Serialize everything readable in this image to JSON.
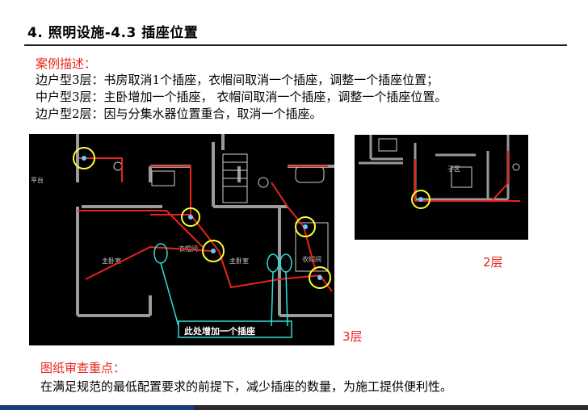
{
  "header": {
    "title": "4. 照明设施-4.3  插座位置"
  },
  "case": {
    "heading": "案例描述：",
    "lines": [
      "边户型3层：书房取消1个插座，衣帽间取消一个插座，调整一个插座位置；",
      "中户型3层：主卧增加一个插座， 衣帽间取消一个插座，调整一个插座位置。",
      "边户型2层：因与分集水器位置重合，取消一个插座。"
    ]
  },
  "drawings": {
    "floor3": {
      "label": "3层",
      "room_left": "主卧室",
      "room_right": "主卧室",
      "room_mid": "衣帽间",
      "room_mid2": "衣帽间",
      "room_top": "平台",
      "annotation": "此处增加一个插座"
    },
    "floor2": {
      "label": "2层",
      "room": "子区"
    }
  },
  "review": {
    "heading": "图纸审查重点：",
    "text": "在满足规范的最低配置要求的前提下，减少插座的数量，为施工提供便利性。"
  },
  "colors": {
    "accent_red": "#e8241c",
    "cad_bg": "#000000",
    "wire": "#e8241c",
    "highlight": "#ffff33",
    "callout": "#33dddd"
  }
}
